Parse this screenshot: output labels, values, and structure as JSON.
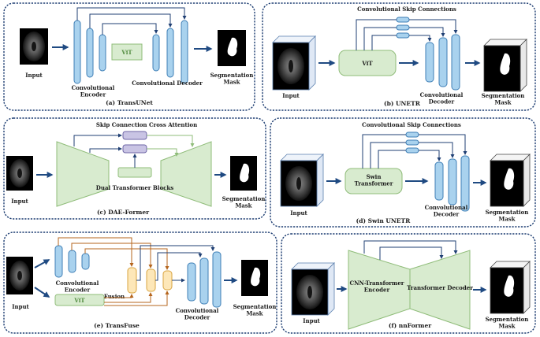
{
  "panels": {
    "a": {
      "caption": "(a) TransUNet",
      "input": "Input",
      "encoder": "Convolutional\nEncoder",
      "vit": "ViT",
      "decoder": "Convolutional Decoder",
      "output": "Segmentation\nMask"
    },
    "b": {
      "caption": "(b) UNETR",
      "title": "Convolutional Skip Connections",
      "input": "Input",
      "vit": "ViT",
      "decoder": "Convolutional\nDecoder",
      "output": "Segmentation\nMask"
    },
    "c": {
      "caption": "(c) DAE-Former",
      "title": "Skip Connection Cross Attention",
      "input": "Input",
      "blocks": "Dual Transformer Blocks",
      "output": "Segmentation\nMask"
    },
    "d": {
      "caption": "(d) Swin UNETR",
      "title": "Convolutional Skip Connections",
      "input": "Input",
      "swin": "Swin\nTransformer",
      "decoder": "Convolutional\nDecoder",
      "output": "Segmentation\nMask"
    },
    "e": {
      "caption": "(e) TransFuse",
      "input": "Input",
      "encoder": "Convolutional\nEncoder",
      "vit": "ViT",
      "fusion": "Fusion",
      "decoder": "Convolutional\nDecoder",
      "output": "Segmentation\nMask"
    },
    "f": {
      "caption": "(f) nnFormer",
      "input": "Input",
      "encoder": "CNN-Transformer\nEncoder",
      "decoder": "Transformer Decoder",
      "output": "Segmentation\nMask"
    }
  }
}
